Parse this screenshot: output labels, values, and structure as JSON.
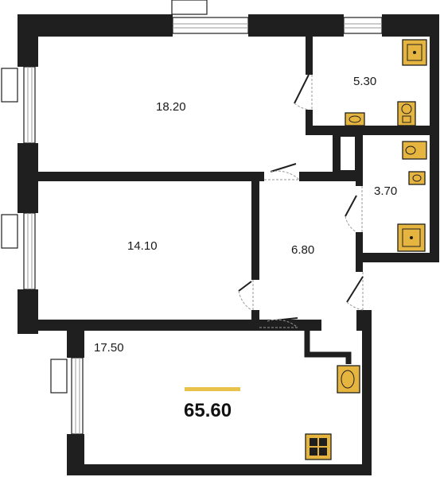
{
  "rooms": [
    {
      "id": "room-bedroom-large",
      "area": "18.20"
    },
    {
      "id": "room-bathroom",
      "area": "5.30"
    },
    {
      "id": "room-toilet",
      "area": "3.70"
    },
    {
      "id": "room-bedroom-small",
      "area": "14.10"
    },
    {
      "id": "room-hallway",
      "area": "6.80"
    },
    {
      "id": "room-kitchen-living",
      "area": "17.50"
    }
  ],
  "total_area": "65.60",
  "colors": {
    "wall": "#1f1f1f",
    "fixture_fill": "#e6b540",
    "accent_bar": "#e8c24a"
  },
  "icons": [
    "bathtub-icon",
    "sink-icon",
    "toilet-icon",
    "stove-icon",
    "kitchen-sink-icon"
  ]
}
